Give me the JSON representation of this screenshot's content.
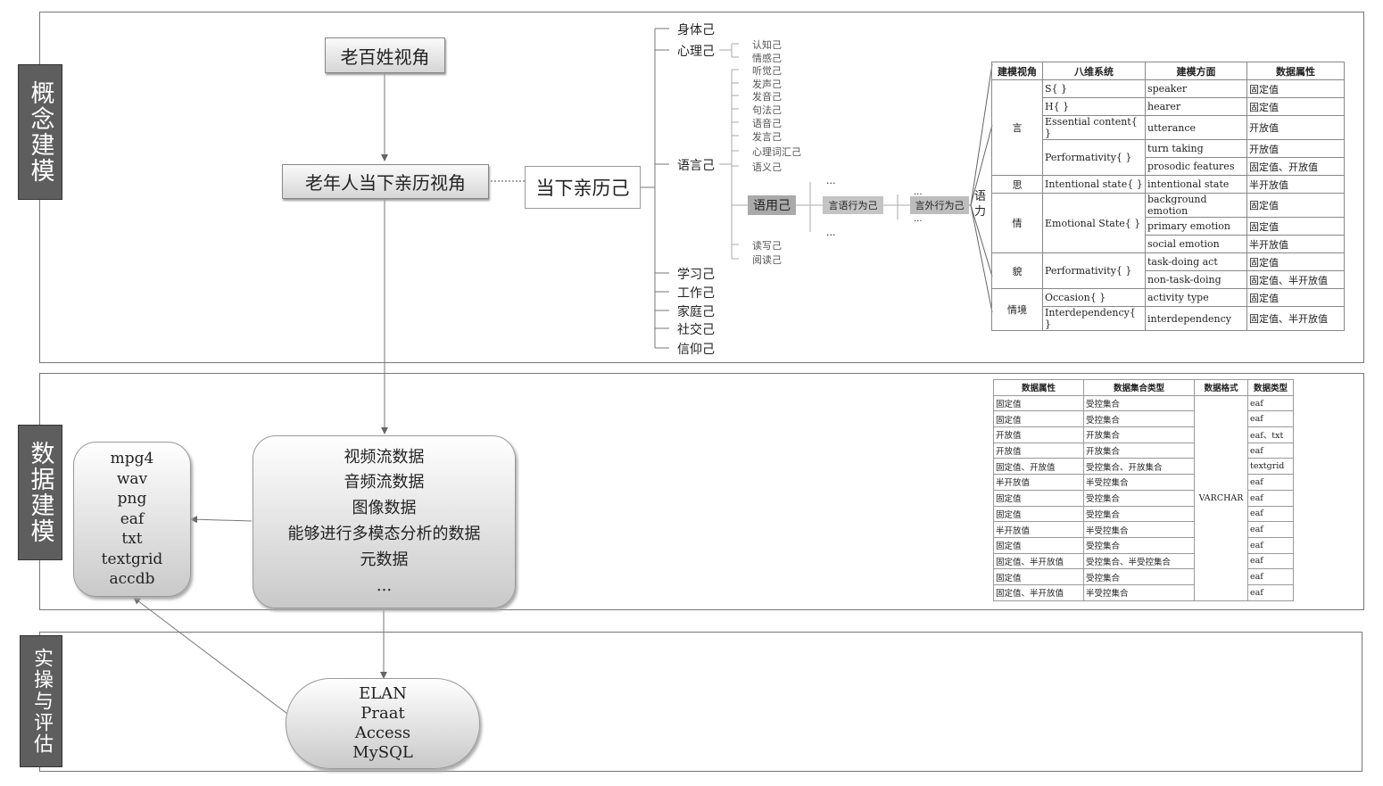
{
  "sections": {
    "concept": "概念建模",
    "data": "数据建模",
    "practice": "实操与评估"
  },
  "nodes": {
    "common_view": "老百姓视角",
    "elder_view": "老年人当下亲历视角",
    "self_now": "当下亲历己",
    "pragmatic_self": "语用己",
    "speech_act_self": "言语行为己",
    "illocutionary_self": "言外行为己",
    "force": "语力"
  },
  "ellipsis": "...",
  "tree_l1": {
    "body": "身体己",
    "mind": "心理己",
    "language": "语言己",
    "learning": "学习己",
    "work": "工作己",
    "family": "家庭己",
    "social": "社交己",
    "faith": "信仰己"
  },
  "tree_mind": [
    "认知己",
    "情感己"
  ],
  "tree_lang": [
    "听觉己",
    "发声己",
    "发音己",
    "句法己",
    "语音己",
    "发言己",
    "心理词汇己",
    "语义己"
  ],
  "tree_lang_after": [
    "读写己",
    "阅读己"
  ],
  "table1": {
    "headers": [
      "建模视角",
      "八维系统",
      "建模方面",
      "数据属性"
    ],
    "rows": [
      {
        "view": "言",
        "sys": "S{ }",
        "aspect": "speaker",
        "attr": "固定值"
      },
      {
        "view": "",
        "sys": "H{ }",
        "aspect": "hearer",
        "attr": "固定值"
      },
      {
        "view": "",
        "sys": "Essential content{ }",
        "aspect": "utterance",
        "attr": "开放值"
      },
      {
        "view": "",
        "sys": "Performativity{ }",
        "aspect": "turn taking",
        "attr": "开放值"
      },
      {
        "view": "",
        "sys": "",
        "aspect": "prosodic features",
        "attr": "固定值、开放值"
      },
      {
        "view": "思",
        "sys": "Intentional state{ }",
        "aspect": "intentional state",
        "attr": "半开放值"
      },
      {
        "view": "情",
        "sys": "Emotional State{ }",
        "aspect": "background emotion",
        "attr": "固定值"
      },
      {
        "view": "",
        "sys": "",
        "aspect": "primary emotion",
        "attr": "固定值"
      },
      {
        "view": "",
        "sys": "",
        "aspect": "social emotion",
        "attr": "半开放值"
      },
      {
        "view": "貌",
        "sys": "Performativity{ }",
        "aspect": "task-doing act",
        "attr": "固定值"
      },
      {
        "view": "",
        "sys": "",
        "aspect": "non-task-doing",
        "attr": "固定值、半开放值"
      },
      {
        "view": "情境",
        "sys": "Occasion{ }",
        "aspect": "activity type",
        "attr": "固定值"
      },
      {
        "view": "",
        "sys": "Interdependency{ }",
        "aspect": "interdependency",
        "attr": "固定值、半开放值"
      }
    ]
  },
  "table2": {
    "headers": [
      "数据属性",
      "数据集合类型",
      "数据格式",
      "数据类型"
    ],
    "format": "VARCHAR",
    "rows": [
      {
        "attr": "固定值",
        "set": "受控集合",
        "type": "eaf"
      },
      {
        "attr": "固定值",
        "set": "受控集合",
        "type": "eaf"
      },
      {
        "attr": "开放值",
        "set": "开放集合",
        "type": "eaf、txt"
      },
      {
        "attr": "开放值",
        "set": "开放集合",
        "type": "eaf"
      },
      {
        "attr": "固定值、开放值",
        "set": "受控集合、开放集合",
        "type": "textgrid"
      },
      {
        "attr": "半开放值",
        "set": "半受控集合",
        "type": "eaf"
      },
      {
        "attr": "固定值",
        "set": "受控集合",
        "type": "eaf"
      },
      {
        "attr": "固定值",
        "set": "受控集合",
        "type": "eaf"
      },
      {
        "attr": "半开放值",
        "set": "半受控集合",
        "type": "eaf"
      },
      {
        "attr": "固定值",
        "set": "受控集合",
        "type": "eaf"
      },
      {
        "attr": "固定值、半开放值",
        "set": "受控集合、半受控集合",
        "type": "eaf"
      },
      {
        "attr": "固定值",
        "set": "受控集合",
        "type": "eaf"
      },
      {
        "attr": "固定值、半开放值",
        "set": "半受控集合",
        "type": "eaf"
      }
    ]
  },
  "formats": [
    "mpg4",
    "wav",
    "png",
    "eaf",
    "txt",
    "textgrid",
    "accdb"
  ],
  "data_types": [
    "视频流数据",
    "音频流数据",
    "图像数据",
    "能够进行多模态分析的数据",
    "元数据",
    "..."
  ],
  "tools": [
    "ELAN",
    "Praat",
    "Access",
    "MySQL"
  ]
}
